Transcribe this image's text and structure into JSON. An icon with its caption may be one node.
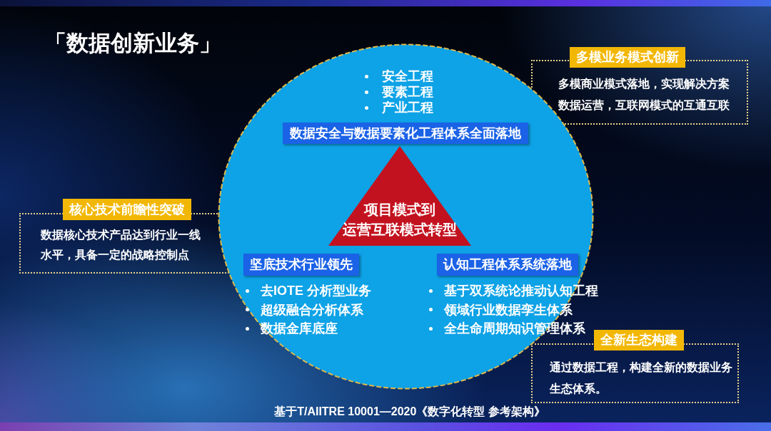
{
  "diagram": {
    "title": "「数据创新业务」",
    "caption": "基于T/AIITRE 10001—2020《数字化转型 参考架构》",
    "nodes": [
      {
        "text": [],
        "shape": "circle"
      },
      {
        "text": [
          "数据安全与数据要素化工程体系全面落地"
        ],
        "in": 0,
        "beside": [
          "安全工程",
          "要素工程",
          "产业工程"
        ]
      },
      {
        "text": [
          "项目模式到运营互联模式转型"
        ],
        "in": 0
      },
      {
        "text": [
          "坚底技术行业领先"
        ],
        "in": 0,
        "beside": [
          "去IOTE 分析型业务",
          "超级融合分析体系",
          "数据金库底座"
        ]
      },
      {
        "text": [
          "认知工程体系系统落地"
        ],
        "in": 0,
        "beside": [
          "基于双系统论推动认知工程",
          "领域行业数据孪生体系",
          "全生命周期知识管理体系"
        ]
      },
      {
        "text": [
          "多模业务模式创新",
          "多模商业模式落地，实现解决方案数据运营，互联网模式的互通互联"
        ]
      },
      {
        "text": [
          "核心技术前瞻性突破",
          "数据核心技术产品达到行业一线水平，具备一定的战略控制点"
        ]
      },
      {
        "text": [
          "全新生态构建",
          "通过数据工程，构建全新的数据业务生态体系。"
        ]
      }
    ]
  }
}
